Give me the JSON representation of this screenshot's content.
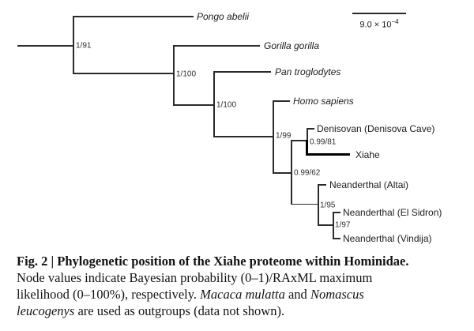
{
  "figure": {
    "type": "phylogenetic-tree",
    "background": "#ffffff",
    "line_color": "#2b2b2b",
    "bold_branch_color": "#000000"
  },
  "tree": {
    "tips": [
      {
        "label": "Pongo abelii",
        "italic": true
      },
      {
        "label": "Gorilla gorilla",
        "italic": true
      },
      {
        "label": "Pan troglodytes",
        "italic": true
      },
      {
        "label": "Homo sapiens",
        "italic": true
      },
      {
        "label": "Denisovan (Denisova Cave)",
        "italic": false
      },
      {
        "label": "Xiahe",
        "italic": false,
        "bold_branch": true
      },
      {
        "label": "Neanderthal (Altai)",
        "italic": false
      },
      {
        "label": "Neanderthal (El Sidron)",
        "italic": false
      },
      {
        "label": "Neanderthal (Vindija)",
        "italic": false
      }
    ],
    "node_supports": [
      {
        "label": "1/91",
        "node": "Hominidae root (Pongo vs rest)"
      },
      {
        "label": "1/100",
        "node": "Gorilla vs Homininae"
      },
      {
        "label": "1/100",
        "node": "Pan vs Homo clade"
      },
      {
        "label": "1/99",
        "node": "Homo sapiens vs archaic hominins"
      },
      {
        "label": "0.99/81",
        "node": "Denisovan + Xiahe"
      },
      {
        "label": "0.99/62",
        "node": "Denisovan clade + Neanderthals"
      },
      {
        "label": "1/95",
        "node": "Altai vs other Neanderthals"
      },
      {
        "label": "1/97",
        "node": "El Sidron + Vindija"
      }
    ],
    "scale_bar": {
      "coefficient": "9.0 × 10",
      "exponent": "−4"
    }
  },
  "caption": {
    "title": "Fig. 2 | Phylogenetic position of the Xiahe proteome within Hominidae.",
    "line2": "Node values indicate Bayesian probability (0–1)/RAxML maximum",
    "line3_a": "likelihood (0–100%), respectively. ",
    "line3_b": "Macaca mulatta",
    "line3_c": " and ",
    "line3_d": "Nomascus",
    "line4_a": "leucogenys",
    "line4_b": " are used as outgroups (data not shown)."
  }
}
